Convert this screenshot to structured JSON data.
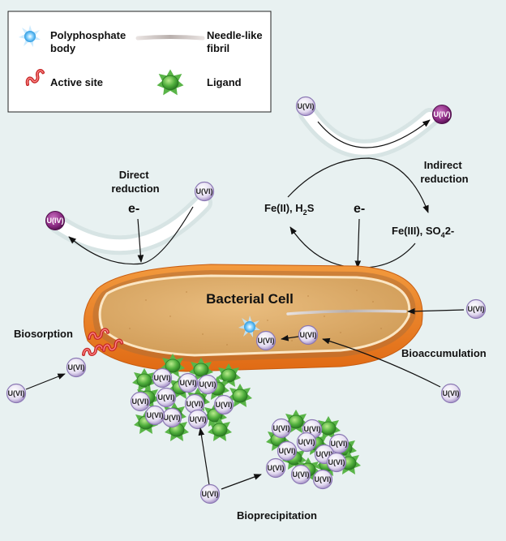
{
  "legend": {
    "polyphosphate": [
      "Polyphosphate",
      "body"
    ],
    "fibril": [
      "Needle-like",
      "fibril"
    ],
    "active_site": "Active site",
    "ligand": "Ligand"
  },
  "labels": {
    "direct": [
      "Direct",
      "reduction"
    ],
    "indirect": [
      "Indirect",
      "reduction"
    ],
    "electron": "e-",
    "fe2": "Fe(II), H",
    "fe2_sub": "2",
    "fe2_tail": "S",
    "fe3": "Fe(III), SO",
    "fe3_sub": "4",
    "fe3_tail": "2-",
    "cell": "Bacterial Cell",
    "biosorption": "Biosorption",
    "bioaccumulation": "Bioaccumulation",
    "bioprecipitation": "Bioprecipitation"
  },
  "species": {
    "u6": "U(VI)",
    "u4": "U(IV)"
  },
  "colors": {
    "background": "#e8f1f1",
    "cell_outer": "#ef8a2a",
    "cell_inner": "#d9a35f",
    "u6_ion": "#e3dbf0",
    "u4_ion": "#8a2a82",
    "ligand": "#47a83a",
    "active_site": "#d93535"
  }
}
